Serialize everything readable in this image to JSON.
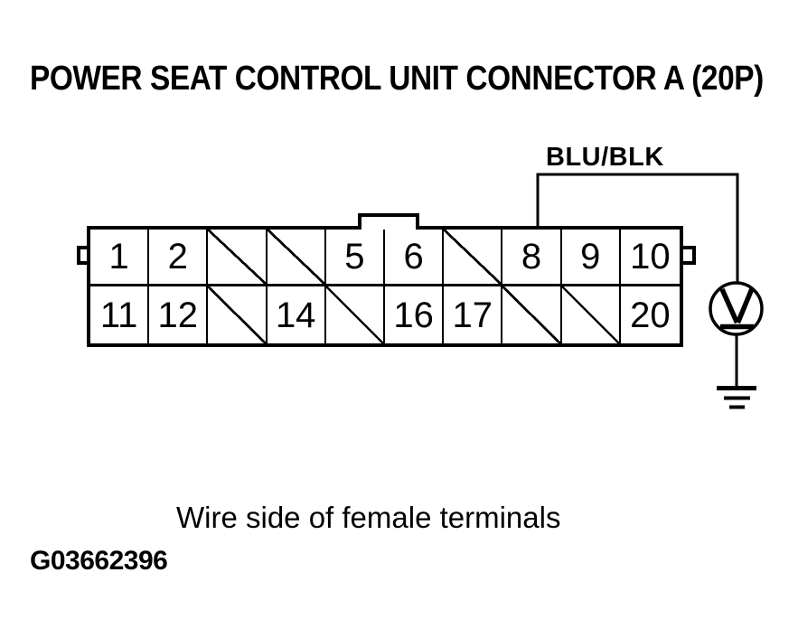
{
  "title": "POWER SEAT CONTROL UNIT CONNECTOR A (20P)",
  "wire": {
    "label": "BLU/BLK",
    "from_pin": "8",
    "to": "ground"
  },
  "connector": {
    "pin_rows": [
      [
        "1",
        "2",
        null,
        null,
        "5",
        "6",
        null,
        "8",
        "9",
        "10"
      ],
      [
        "11",
        "12",
        null,
        "14",
        null,
        "16",
        "17",
        null,
        null,
        "20"
      ]
    ]
  },
  "icons": {
    "ground": "circle-with-down-arrow",
    "earth": "triple-bar-earth-ground"
  },
  "caption": "Wire side of female terminals",
  "figure_id": "G03662396",
  "colors": {
    "ink": "#000000",
    "paper": "#ffffff"
  }
}
